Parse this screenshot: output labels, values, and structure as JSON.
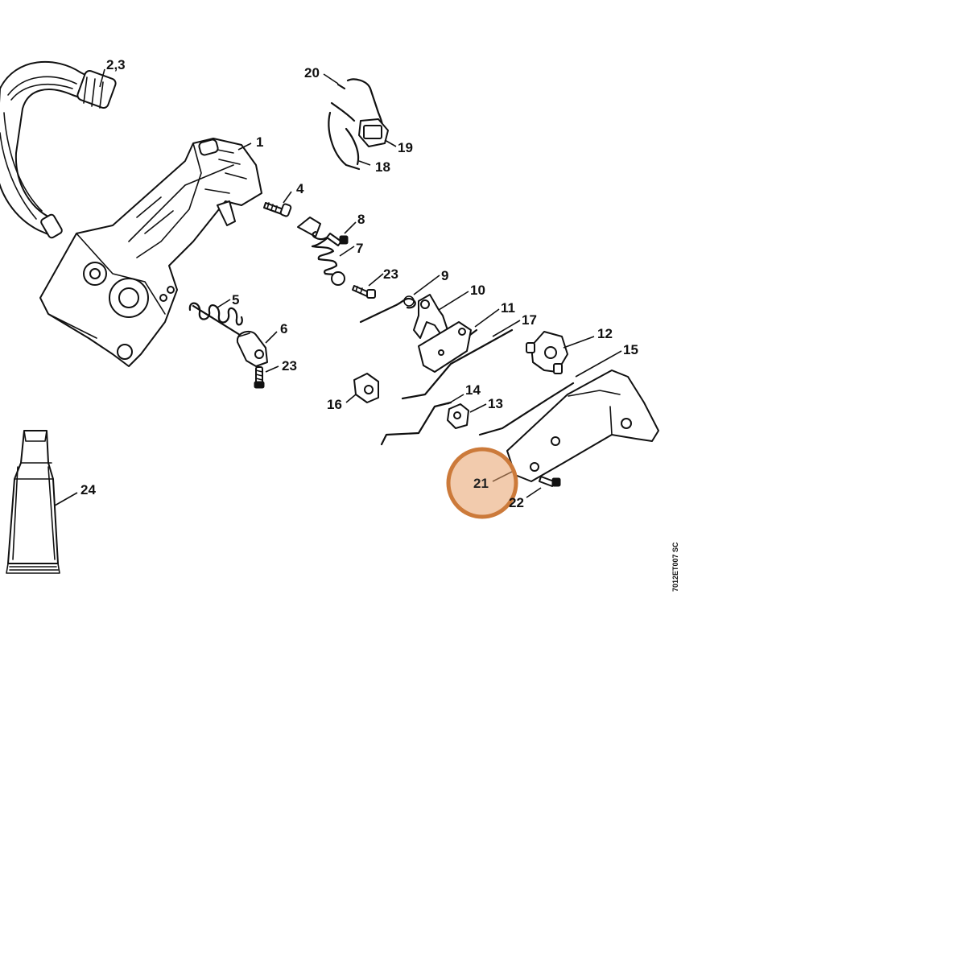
{
  "diagram": {
    "callouts": {
      "c1": "1",
      "c23a": "2,3",
      "c4": "4",
      "c5": "5",
      "c6": "6",
      "c7": "7",
      "c8": "8",
      "c9": "9",
      "c10": "10",
      "c11": "11",
      "c12": "12",
      "c13": "13",
      "c14": "14",
      "c15": "15",
      "c16": "16",
      "c17": "17",
      "c18": "18",
      "c19": "19",
      "c20": "20",
      "c21": "21",
      "c22": "22",
      "c23": "23",
      "c23b": "23",
      "c24": "24"
    },
    "drawing_code": "7012ET007 SC",
    "highlight": {
      "part": "21",
      "color": "#e7a06a",
      "ring_color": "#cc7a3a"
    }
  }
}
